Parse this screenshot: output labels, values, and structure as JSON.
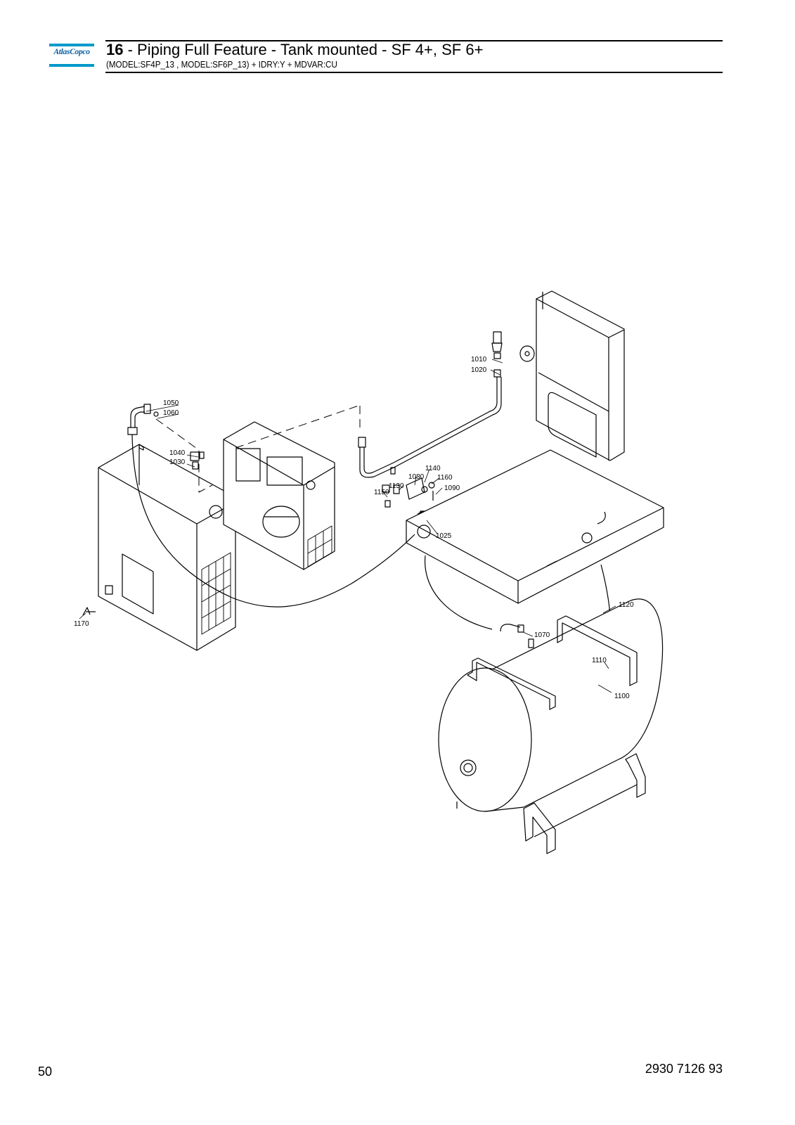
{
  "header": {
    "logo_text": "AtlasCopco",
    "section_number": "16",
    "title_text": " - Piping Full Feature - Tank mounted - SF 4+, SF 6+",
    "subtitle": "(MODEL:SF4P_13 , MODEL:SF6P_13) + IDRY:Y + MDVAR:CU"
  },
  "diagram": {
    "callouts": [
      "1010",
      "1020",
      "1050",
      "1060",
      "1040",
      "1030",
      "1140",
      "1080",
      "1160",
      "1130",
      "1150",
      "1090",
      "1025",
      "1120",
      "1070",
      "1110",
      "1100",
      "1170"
    ]
  },
  "footer": {
    "page_number": "50",
    "document_number": "2930 7126 93"
  },
  "colors": {
    "logo_blue": "#0099cc",
    "logo_text": "#0b5fa0"
  }
}
